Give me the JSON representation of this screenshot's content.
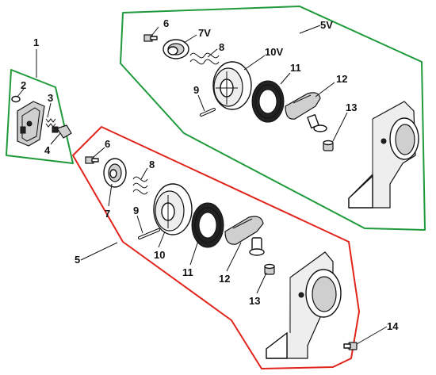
{
  "groups": [
    {
      "id": "1",
      "color": "#1f9a3a"
    },
    {
      "id": "5V",
      "color": "#1f9a3a"
    },
    {
      "id": "5",
      "color": "#e0241b"
    }
  ],
  "labels": {
    "l1": "1",
    "l2": "2",
    "l3": "3",
    "l4": "4",
    "l5v": "5V",
    "l6a": "6",
    "l7v": "7V",
    "l8a": "8",
    "l9a": "9",
    "l10v": "10V",
    "l11a": "11",
    "l12a": "12",
    "l13a": "13",
    "l5": "5",
    "l6b": "6",
    "l7": "7",
    "l8b": "8",
    "l9b": "9",
    "l10": "10",
    "l11b": "11",
    "l12b": "12",
    "l13b": "13",
    "l14": "14"
  }
}
